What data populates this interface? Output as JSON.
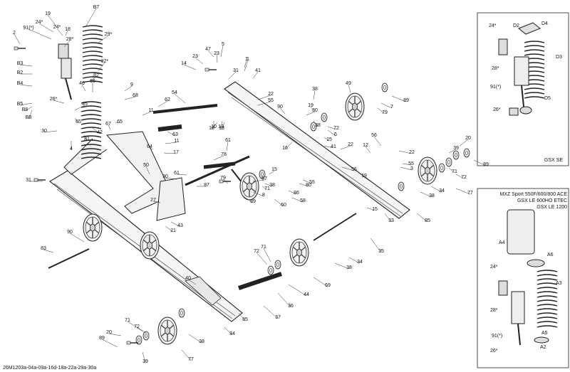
{
  "labels": [
    {
      "t": "19"
    },
    {
      "t": "B7"
    },
    {
      "t": "24*"
    },
    {
      "t": "91(*)"
    },
    {
      "t": "24*"
    },
    {
      "t": "18"
    },
    {
      "t": "2"
    },
    {
      "t": "28*"
    },
    {
      "t": "29*"
    },
    {
      "t": "B3"
    },
    {
      "t": "B2"
    },
    {
      "t": "B4"
    },
    {
      "t": "B5"
    },
    {
      "t": "B6"
    },
    {
      "t": "B8"
    },
    {
      "t": "32*"
    },
    {
      "t": "82"
    },
    {
      "t": "26*"
    },
    {
      "t": "45"
    },
    {
      "t": "46"
    },
    {
      "t": "66"
    },
    {
      "t": "68"
    },
    {
      "t": "30"
    },
    {
      "t": "65"
    },
    {
      "t": "42"
    },
    {
      "t": "81"
    },
    {
      "t": "4"
    },
    {
      "t": "9"
    },
    {
      "t": "11"
    },
    {
      "t": "62"
    },
    {
      "t": "64"
    },
    {
      "t": "67"
    },
    {
      "t": "65"
    },
    {
      "t": "63"
    },
    {
      "t": "54"
    },
    {
      "t": "10"
    },
    {
      "t": "13"
    },
    {
      "t": "11"
    },
    {
      "t": "17"
    },
    {
      "t": "31"
    },
    {
      "t": "1"
    },
    {
      "t": "50"
    },
    {
      "t": "61"
    },
    {
      "t": "90"
    },
    {
      "t": "61"
    },
    {
      "t": "87"
    },
    {
      "t": "27"
    },
    {
      "t": "43"
    },
    {
      "t": "21"
    },
    {
      "t": "90"
    },
    {
      "t": "83"
    },
    {
      "t": "78"
    },
    {
      "t": "79"
    },
    {
      "t": "57"
    },
    {
      "t": "8"
    },
    {
      "t": "89"
    },
    {
      "t": "60"
    },
    {
      "t": "71"
    },
    {
      "t": "15"
    },
    {
      "t": "38"
    },
    {
      "t": "86"
    },
    {
      "t": "80"
    },
    {
      "t": "58"
    },
    {
      "t": "55"
    },
    {
      "t": "14"
    },
    {
      "t": "23"
    },
    {
      "t": "47"
    },
    {
      "t": "5"
    },
    {
      "t": "23"
    },
    {
      "t": "31"
    },
    {
      "t": "1"
    },
    {
      "t": "41"
    },
    {
      "t": "22"
    },
    {
      "t": "55"
    },
    {
      "t": "10"
    },
    {
      "t": "13"
    },
    {
      "t": "90"
    },
    {
      "t": "80"
    },
    {
      "t": "6"
    },
    {
      "t": "72"
    },
    {
      "t": "38"
    },
    {
      "t": "19"
    },
    {
      "t": "38"
    },
    {
      "t": "49"
    },
    {
      "t": "79"
    },
    {
      "t": "89"
    },
    {
      "t": "7"
    },
    {
      "t": "16"
    },
    {
      "t": "41"
    },
    {
      "t": "22"
    },
    {
      "t": "15"
    },
    {
      "t": "55"
    },
    {
      "t": "12"
    },
    {
      "t": "56"
    },
    {
      "t": "22"
    },
    {
      "t": "55"
    },
    {
      "t": "3"
    },
    {
      "t": "19"
    },
    {
      "t": "20"
    },
    {
      "t": "39"
    },
    {
      "t": "89"
    },
    {
      "t": "71"
    },
    {
      "t": "72"
    },
    {
      "t": "77"
    },
    {
      "t": "33"
    },
    {
      "t": "38"
    },
    {
      "t": "34"
    },
    {
      "t": "85"
    },
    {
      "t": "15"
    },
    {
      "t": "35"
    },
    {
      "t": "38"
    },
    {
      "t": "34"
    },
    {
      "t": "72"
    },
    {
      "t": "71"
    },
    {
      "t": "69"
    },
    {
      "t": "44"
    },
    {
      "t": "36"
    },
    {
      "t": "37"
    },
    {
      "t": "85"
    },
    {
      "t": "34"
    },
    {
      "t": "71"
    },
    {
      "t": "72"
    },
    {
      "t": "20"
    },
    {
      "t": "89"
    },
    {
      "t": "38"
    },
    {
      "t": "39"
    },
    {
      "t": "77"
    },
    {
      "t": "40"
    }
  ],
  "insets": {
    "gsx_se": {
      "title": "GSX SE",
      "labels": [
        "24*",
        "D2",
        "D4",
        "D3",
        "28*",
        "91(*)",
        "26*",
        "D5"
      ]
    },
    "mxz": {
      "title_lines": [
        "MXZ Sport 550F/600/800 ACE",
        "GSX LE 600HO ETEC",
        "GSX LE 1200"
      ],
      "labels": [
        "A4",
        "A6",
        "24*",
        "28*",
        "A3",
        "91(*)",
        "A5",
        "A2",
        "26*"
      ]
    }
  },
  "footer": {
    "ref_code": "26M1203a-04a-09a-16d-18a-22a-29a-30a"
  }
}
